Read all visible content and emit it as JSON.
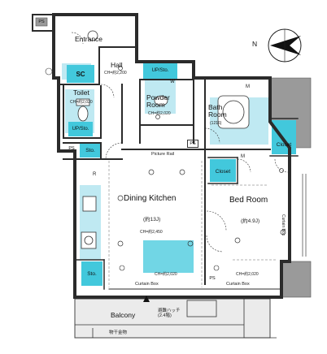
{
  "rooms": {
    "entrance": "Entrance",
    "hall": "Hall",
    "hall_ch": "CH=約2,200",
    "toilet": "Toilet",
    "toilet_ch": "CH=約2,020",
    "powder": "Powder\nRoom",
    "powder_ch": "CH=約2,020",
    "bath": "Bath\nRoom",
    "bath_size": "(1216)",
    "dining": "Dining Kitchen",
    "dining_area": "(約13J)",
    "dining_ch": "CH=約2,450",
    "bed": "Bed Room",
    "bed_area": "(約4.9J)",
    "balcony": "Balcony"
  },
  "fixtures": {
    "sc": "SC",
    "ps_top": "PS",
    "ps_left": "PS",
    "ps_bath": "PS",
    "ps_bottom": "PS",
    "sto_left": "Sto.",
    "sto_bottom": "Sto.",
    "up_sto_hall": "UP/Sto.",
    "up_sto_toilet": "UP/Sto.",
    "w": "W",
    "closet_right": "Closet",
    "closet_bed": "Closet",
    "picture_rail": "Picture Rail",
    "curtain_box_left": "Curtain Box",
    "curtain_box_right": "Curtain Box",
    "curtain_box_side": "Curtain Box",
    "ch_kitchen_bottom": "CH=約2,020",
    "ch_bed_bottom": "CH=約2,020",
    "hatch": "避難ハッチ\n(2.4階)",
    "laundry": "物干金物",
    "mark_r": "R",
    "mark_m": "M",
    "mark_m2": "M"
  },
  "compass": {
    "letter": "N"
  },
  "colors": {
    "wall": "#2b2b2b",
    "fill_cyan": "#42c8dc",
    "pale_cyan": "#bfe9f2",
    "gray_cols": "#9a9a9a",
    "balcony": "#e6e6e6"
  }
}
